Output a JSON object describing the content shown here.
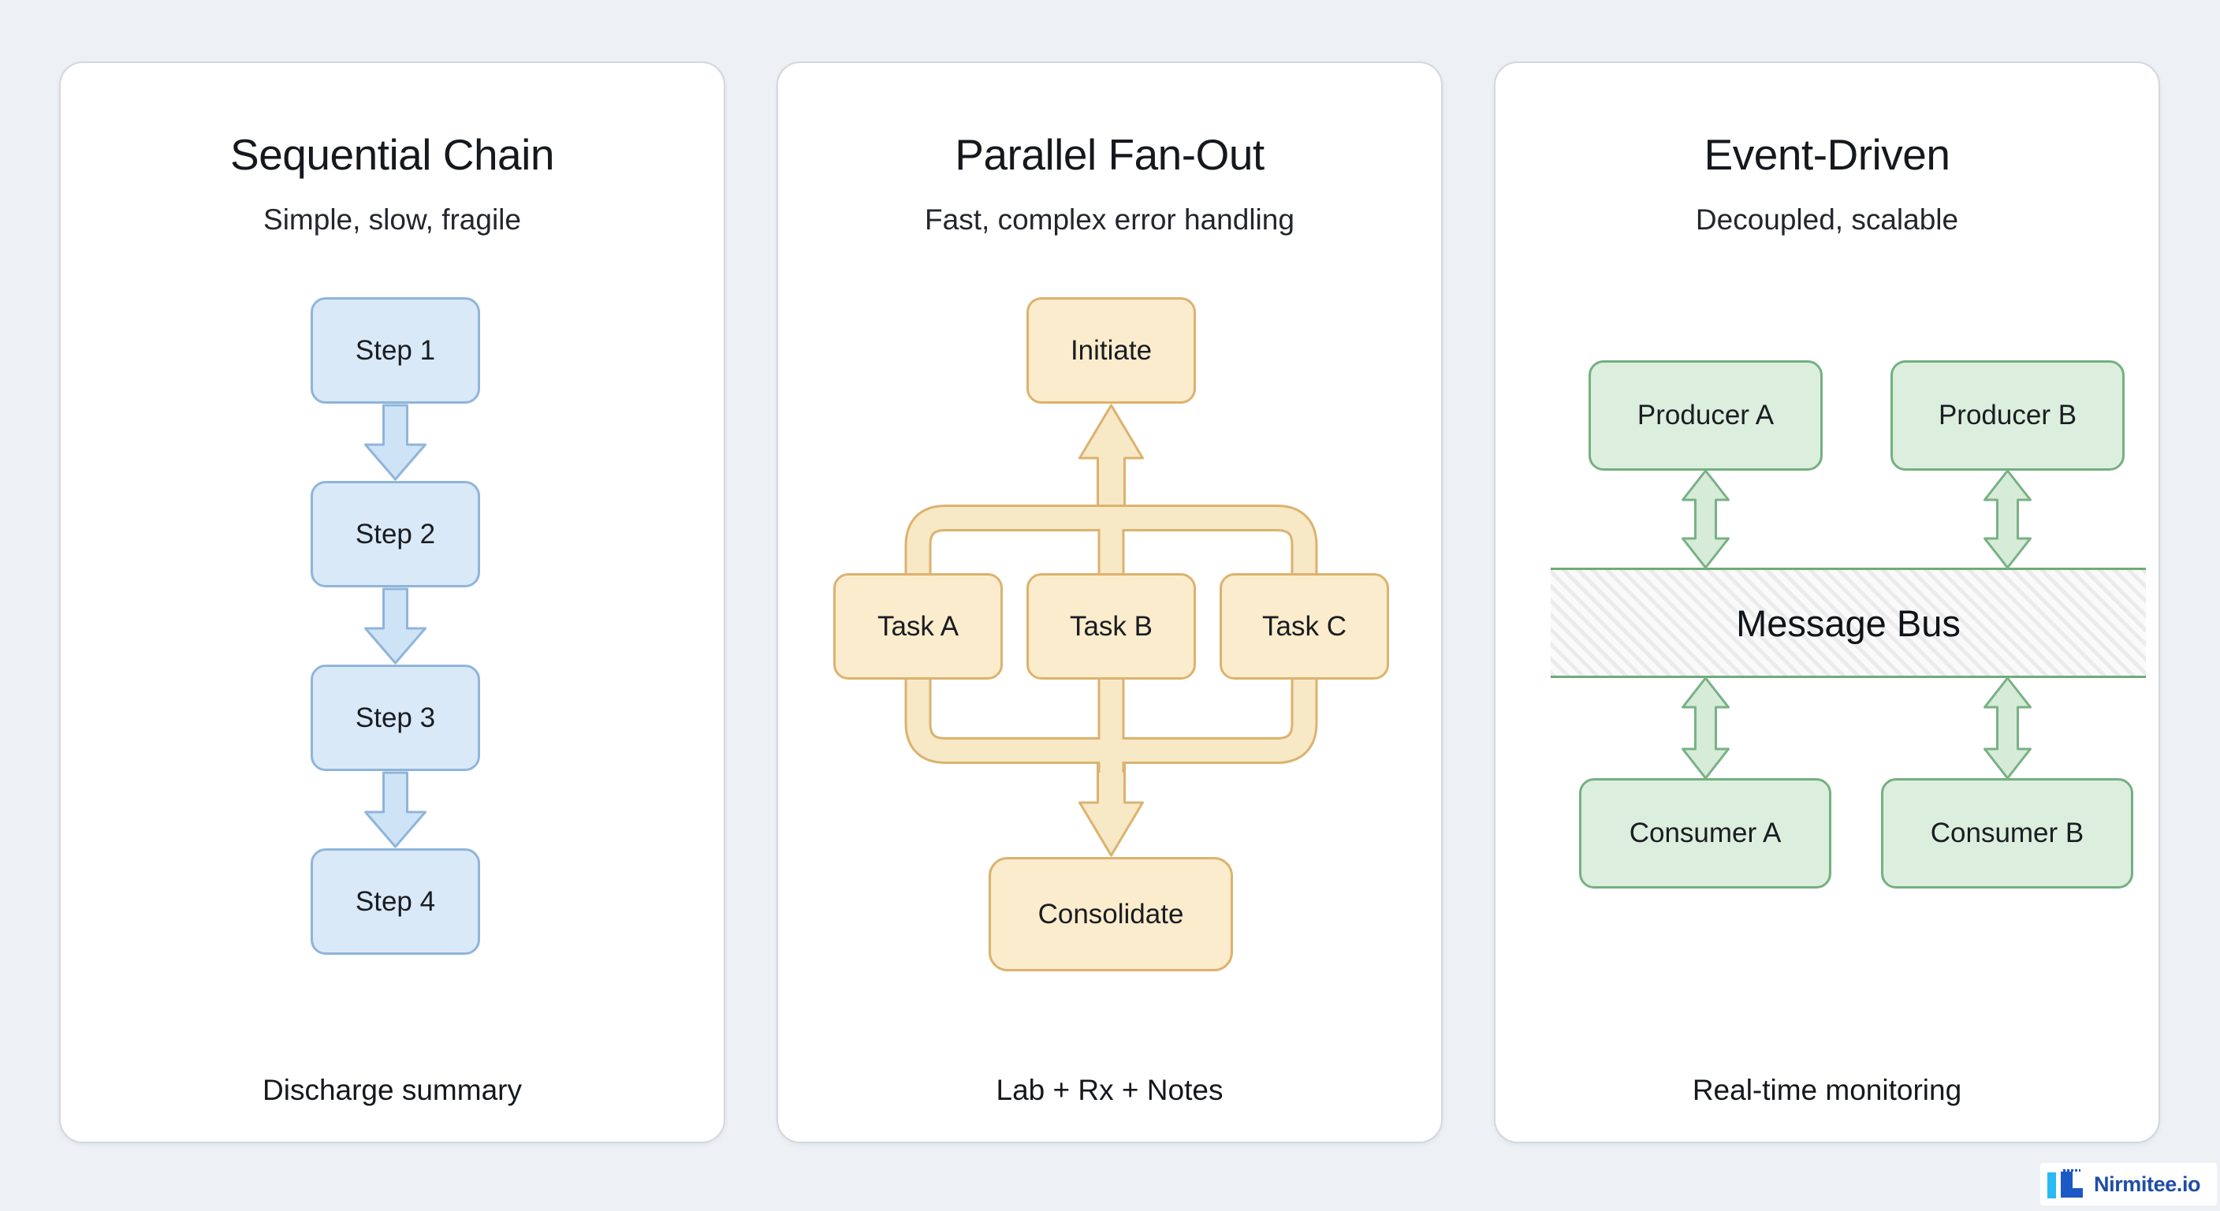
{
  "page": {
    "background_color": "#edf1f6"
  },
  "cards": [
    {
      "title": "Sequential Chain",
      "subtitle": "Simple, slow, fragile",
      "caption": "Discharge summary",
      "steps": [
        "Step 1",
        "Step 2",
        "Step 3",
        "Step 4"
      ],
      "accent_color": "#8fb5da",
      "node_fill": "#d9e9f8"
    },
    {
      "title": "Parallel Fan-Out",
      "subtitle": "Fast, complex error handling",
      "caption": "Lab + Rx + Notes",
      "start_node": "Initiate",
      "tasks": [
        "Task A",
        "Task B",
        "Task C"
      ],
      "end_node": "Consolidate",
      "accent_color": "#dcb26e",
      "node_fill": "#faeccd"
    },
    {
      "title": "Event-Driven",
      "subtitle": "Decoupled, scalable",
      "caption": "Real-time monitoring",
      "producers": [
        "Producer A",
        "Producer B"
      ],
      "bus_label": "Message Bus",
      "consumers": [
        "Consumer A",
        "Consumer B"
      ],
      "accent_color": "#74b080",
      "node_fill": "#dceede"
    }
  ],
  "logo": {
    "text": "Nirmitee.io",
    "text_color": "#1e4da6",
    "mark_cyan": "#29baf5",
    "mark_blue": "#1d59c5"
  }
}
